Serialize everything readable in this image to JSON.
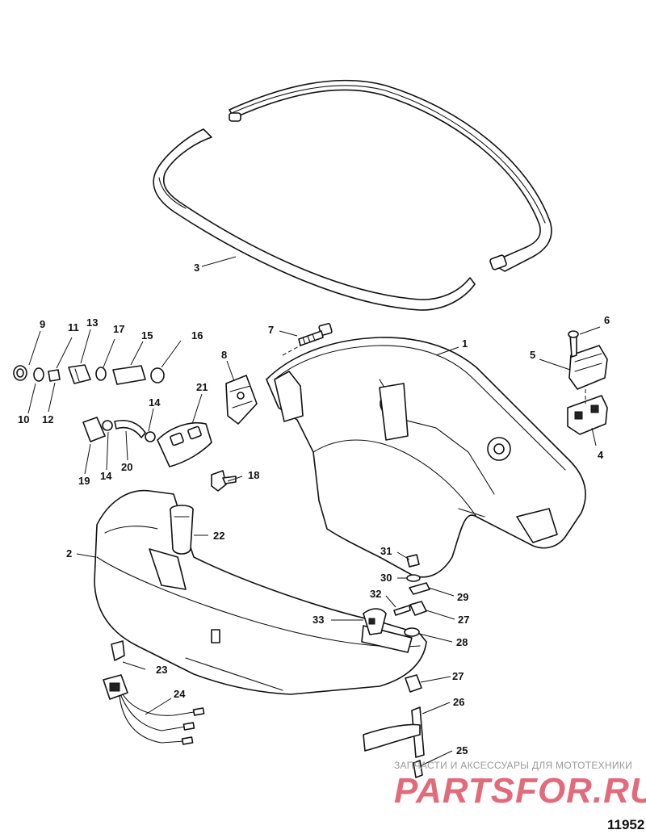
{
  "diagram": {
    "callouts": [
      {
        "id": "c1",
        "label": "1"
      },
      {
        "id": "c2",
        "label": "2"
      },
      {
        "id": "c3",
        "label": "3"
      },
      {
        "id": "c4",
        "label": "4"
      },
      {
        "id": "c5",
        "label": "5"
      },
      {
        "id": "c6",
        "label": "6"
      },
      {
        "id": "c7",
        "label": "7"
      },
      {
        "id": "c8",
        "label": "8"
      },
      {
        "id": "c9",
        "label": "9"
      },
      {
        "id": "c10",
        "label": "10"
      },
      {
        "id": "c11",
        "label": "11"
      },
      {
        "id": "c12",
        "label": "12"
      },
      {
        "id": "c13",
        "label": "13"
      },
      {
        "id": "c14a",
        "label": "14"
      },
      {
        "id": "c14b",
        "label": "14"
      },
      {
        "id": "c15",
        "label": "15"
      },
      {
        "id": "c16",
        "label": "16"
      },
      {
        "id": "c17",
        "label": "17"
      },
      {
        "id": "c18",
        "label": "18"
      },
      {
        "id": "c19",
        "label": "19"
      },
      {
        "id": "c20",
        "label": "20"
      },
      {
        "id": "c21",
        "label": "21"
      },
      {
        "id": "c22",
        "label": "22"
      },
      {
        "id": "c23",
        "label": "23"
      },
      {
        "id": "c24",
        "label": "24"
      },
      {
        "id": "c25",
        "label": "25"
      },
      {
        "id": "c26",
        "label": "26"
      },
      {
        "id": "c27a",
        "label": "27"
      },
      {
        "id": "c27b",
        "label": "27"
      },
      {
        "id": "c28",
        "label": "28"
      },
      {
        "id": "c29",
        "label": "29"
      },
      {
        "id": "c30",
        "label": "30"
      },
      {
        "id": "c31",
        "label": "31"
      },
      {
        "id": "c32",
        "label": "32"
      },
      {
        "id": "c33",
        "label": "33"
      }
    ],
    "figure_number": "11952"
  },
  "watermark": {
    "tagline": "ЗАПЧАСТИ И АКСЕССУАРЫ ДЛЯ МОТОТЕХНИКИ",
    "logo": "PARTSFOR.RU",
    "color": "#e26a7a"
  }
}
